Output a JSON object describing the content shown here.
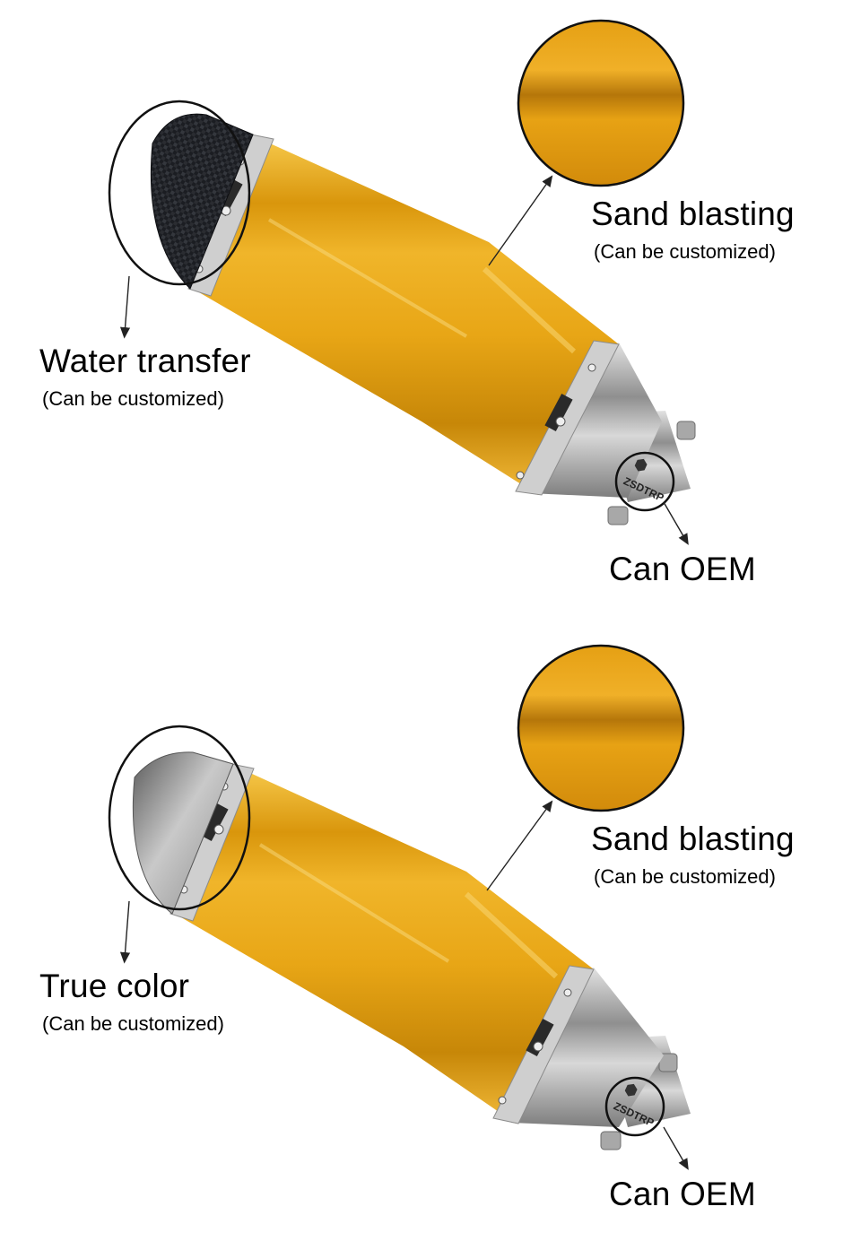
{
  "top": {
    "swatch_label": "Sand blasting",
    "swatch_note": "(Can be customized)",
    "tip_label": "Water transfer",
    "tip_note": "(Can be customized)",
    "logo_label": "Can OEM",
    "tip_finish": "carbon-fiber",
    "brand_mark": "ZSDTRP"
  },
  "bottom": {
    "swatch_label": "Sand blasting",
    "swatch_note": "(Can be customized)",
    "tip_label": "True color",
    "tip_note": "(Can be customized)",
    "logo_label": "Can OEM",
    "tip_finish": "brushed-steel",
    "brand_mark": "ZSDTRP"
  },
  "colors": {
    "body_gold": "#e5a412",
    "swatch_gold": "#d8900e",
    "steel": "#b9b9b9",
    "carbon": "#1a1c20"
  }
}
